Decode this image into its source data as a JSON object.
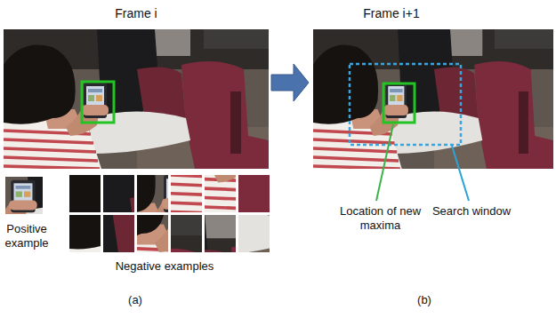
{
  "diagram": {
    "nodes": [
      {
        "text": [
          "Frame i"
        ]
      },
      {
        "text": [
          "Frame i+1"
        ]
      }
    ],
    "edges": [
      {
        "from": 0,
        "to": 1,
        "arrow": "to"
      }
    ],
    "labels": [
      "Positive example",
      "Negative examples",
      "Location of new maxima",
      "Search window",
      "(a)",
      "(b)"
    ]
  }
}
